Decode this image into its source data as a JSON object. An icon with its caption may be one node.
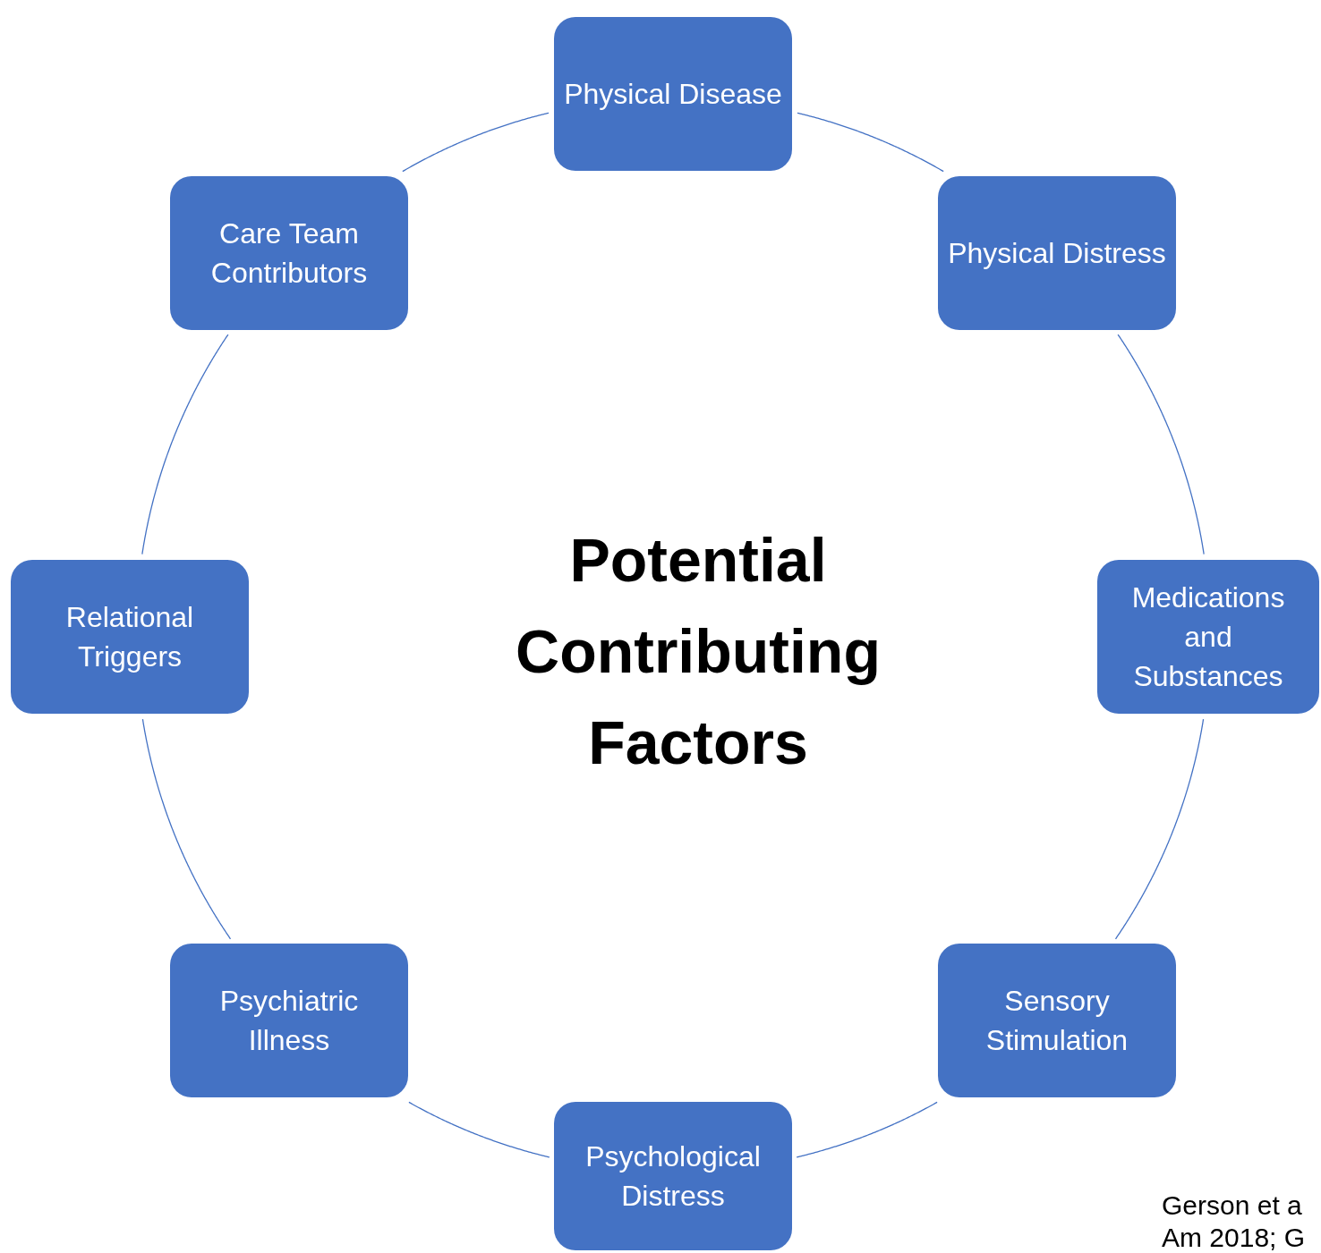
{
  "diagram": {
    "title": "Potential Contributing Factors",
    "nodes": [
      {
        "text": [
          "Physical Disease"
        ]
      },
      {
        "text": [
          "Care Team Contributors"
        ]
      },
      {
        "text": [
          "Physical Distress"
        ]
      },
      {
        "text": [
          "Relational Triggers"
        ]
      },
      {
        "text": [
          "Medications and Substances"
        ]
      },
      {
        "text": [
          "Psychiatric Illness"
        ]
      },
      {
        "text": [
          "Sensory Stimulation"
        ]
      },
      {
        "text": [
          "Psychological Distress"
        ]
      }
    ],
    "edges": [
      {
        "from": 0,
        "to": 2,
        "arrow": "none"
      },
      {
        "from": 2,
        "to": 4,
        "arrow": "none"
      },
      {
        "from": 4,
        "to": 6,
        "arrow": "none"
      },
      {
        "from": 6,
        "to": 7,
        "arrow": "none"
      },
      {
        "from": 7,
        "to": 5,
        "arrow": "none"
      },
      {
        "from": 5,
        "to": 3,
        "arrow": "none"
      },
      {
        "from": 3,
        "to": 1,
        "arrow": "none"
      },
      {
        "from": 1,
        "to": 0,
        "arrow": "none"
      }
    ],
    "labels": [
      "Gerson et a",
      "Am 2018; G"
    ]
  }
}
